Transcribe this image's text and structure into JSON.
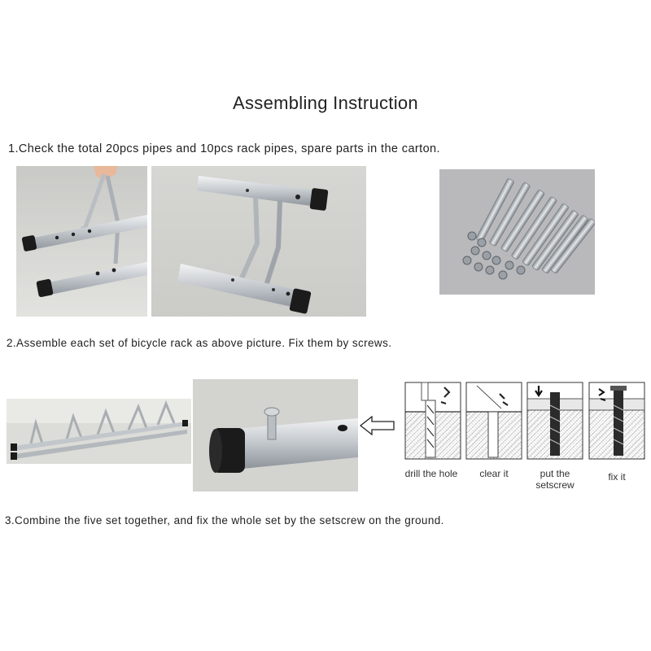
{
  "title": "Assembling Instruction",
  "steps": [
    {
      "text": "1.Check the total 20pcs pipes and 10pcs rack pipes, spare parts  in the carton."
    },
    {
      "text": "2.Assemble each set of bicycle rack as above picture. Fix them by screws."
    },
    {
      "text": "3.Combine the five set together, and fix the whole set by the setscrew on the ground."
    }
  ],
  "photos": {
    "rack_held": "photo-rack-held",
    "rack_standing": "photo-rack-standing",
    "spare_parts": "photo-spare-parts",
    "assembled_rack": "photo-assembled-rack",
    "pipe_closeup": "photo-pipe-closeup"
  },
  "diagram": {
    "captions": [
      "drill the hole",
      "clear it",
      "put the setscrew",
      "fix it"
    ],
    "caption_lines": [
      [
        "drill the hole"
      ],
      [
        "clear it"
      ],
      [
        "put the",
        "setscrew"
      ],
      [
        "fix it"
      ]
    ]
  },
  "colors": {
    "metal": "#c9cdd1",
    "metal_dark": "#8d939a",
    "cap": "#1b1b1b",
    "floor": "#d9d9d6",
    "diagram_line": "#333333"
  },
  "icons": [
    "arrow-left-outline-icon"
  ]
}
